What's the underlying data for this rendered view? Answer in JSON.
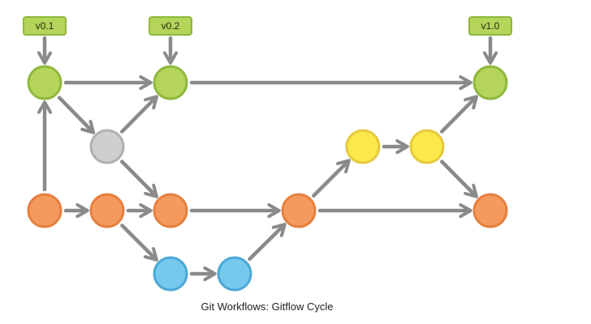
{
  "caption": "Git Workflows: Gitflow Cycle",
  "colors": {
    "arrow": "#8a8a8a",
    "master_fill": "#b5d45a",
    "master_stroke": "#8fb83c",
    "tag_fill": "#b5d45a",
    "tag_stroke": "#8fb83c",
    "hotfix_fill": "#cfcfcf",
    "hotfix_stroke": "#b0b0b0",
    "develop_fill": "#f59a5f",
    "develop_stroke": "#e67f3e",
    "feature_fill": "#74c9ec",
    "feature_stroke": "#4aa8d6",
    "release_fill": "#fbe84a",
    "release_stroke": "#e6c93c"
  },
  "tags": [
    {
      "id": "t1",
      "label": "v0.1"
    },
    {
      "id": "t2",
      "label": "v0.2"
    },
    {
      "id": "t3",
      "label": "v1.0"
    }
  ],
  "nodes": [
    {
      "id": "m1",
      "branch": "master"
    },
    {
      "id": "m2",
      "branch": "master"
    },
    {
      "id": "m3",
      "branch": "master"
    },
    {
      "id": "h1",
      "branch": "hotfix"
    },
    {
      "id": "r1",
      "branch": "release"
    },
    {
      "id": "r2",
      "branch": "release"
    },
    {
      "id": "d1",
      "branch": "develop"
    },
    {
      "id": "d2",
      "branch": "develop"
    },
    {
      "id": "d3",
      "branch": "develop"
    },
    {
      "id": "d4",
      "branch": "develop"
    },
    {
      "id": "d5",
      "branch": "develop"
    },
    {
      "id": "f1",
      "branch": "feature"
    },
    {
      "id": "f2",
      "branch": "feature"
    }
  ],
  "edges": [
    {
      "from": "t1",
      "to": "m1"
    },
    {
      "from": "t2",
      "to": "m2"
    },
    {
      "from": "t3",
      "to": "m3"
    },
    {
      "from": "m1",
      "to": "m2"
    },
    {
      "from": "m2",
      "to": "m3"
    },
    {
      "from": "m1",
      "to": "h1"
    },
    {
      "from": "h1",
      "to": "m2"
    },
    {
      "from": "h1",
      "to": "d3"
    },
    {
      "from": "d1",
      "to": "m1"
    },
    {
      "from": "d1",
      "to": "d2"
    },
    {
      "from": "d2",
      "to": "d3"
    },
    {
      "from": "d2",
      "to": "f1"
    },
    {
      "from": "f1",
      "to": "f2"
    },
    {
      "from": "f2",
      "to": "d4"
    },
    {
      "from": "d3",
      "to": "d4"
    },
    {
      "from": "d4",
      "to": "r1"
    },
    {
      "from": "r1",
      "to": "r2"
    },
    {
      "from": "r2",
      "to": "m3"
    },
    {
      "from": "r2",
      "to": "d5"
    },
    {
      "from": "d4",
      "to": "d5"
    }
  ]
}
